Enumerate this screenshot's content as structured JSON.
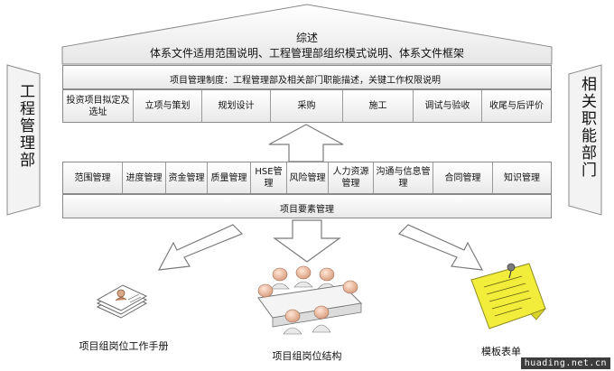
{
  "header": {
    "title": "综述",
    "subtitle": "体系文件适用范围说明、工程管理部组织模式说明、体系文件框架"
  },
  "system_line": "项目管理制度：工程管理部及相关部门职能描述，关键工作权限说明",
  "phases": [
    "投资项目拟定及选址",
    "立项与策划",
    "规划设计",
    "采购",
    "施工",
    "调试与验收",
    "收尾与后评价"
  ],
  "elements": [
    "范围管理",
    "进度管理",
    "资金管理",
    "质量管理",
    "HSE管理",
    "风险管理",
    "人力资源管理",
    "沟通与信息管理",
    "合同管理",
    "知识管理"
  ],
  "elements_label": "项目要素管理",
  "left_side": "工程管理部",
  "right_side": "相关职能部门",
  "outputs": [
    {
      "label": "项目组岗位工作手册",
      "icon": "documents-icon"
    },
    {
      "label": "项目组岗位结构",
      "icon": "meeting-table-icon"
    },
    {
      "label": "模板表单",
      "icon": "sticky-note-icon"
    }
  ],
  "watermark": "huading.net.cn",
  "colors": {
    "note_yellow": "#f2ec3a",
    "border": "#8a8a8a"
  }
}
